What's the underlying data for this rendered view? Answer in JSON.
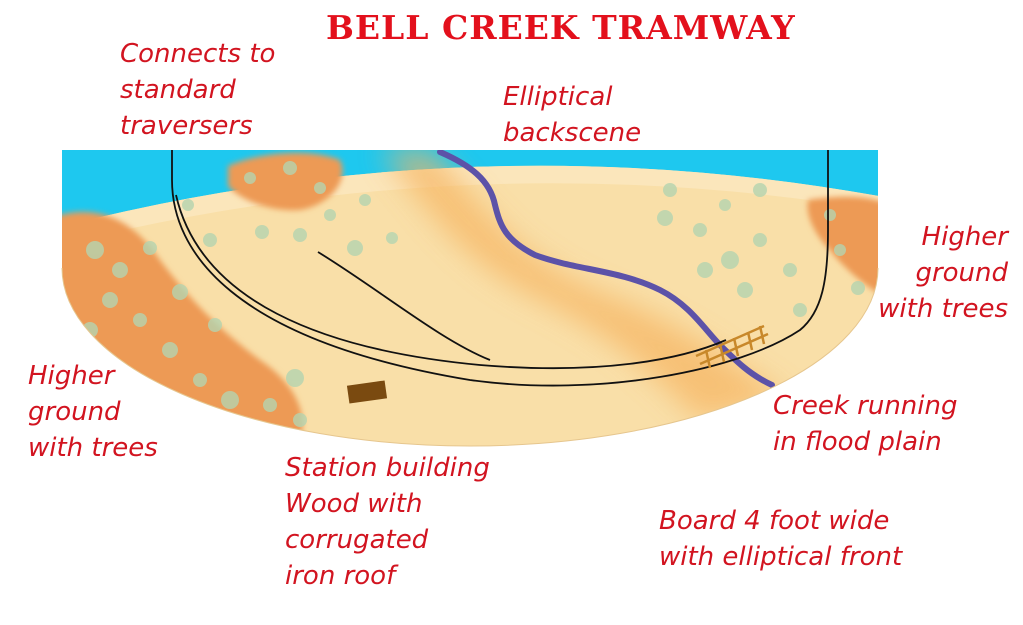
{
  "title": "BELL CREEK TRAMWAY",
  "labels": {
    "connects": [
      "Connects to",
      "standard",
      "traversers"
    ],
    "backscene": [
      "Elliptical",
      "backscene"
    ],
    "higher_right": [
      "Higher",
      "ground",
      "with trees"
    ],
    "higher_left": [
      "Higher",
      "ground",
      "with trees"
    ],
    "creek": [
      "Creek running",
      "in flood plain"
    ],
    "station": [
      "Station building",
      "Wood with",
      "corrugated",
      "iron roof"
    ],
    "board": [
      "Board 4 foot wide",
      "with elliptical front"
    ]
  },
  "colors": {
    "label_red": "#d21420",
    "title_red": "#e3101c",
    "board_sand": "#f9dfa8",
    "sky_blue": "#1ec8ef",
    "high_ground_orange": "#ed9a55",
    "creek_blue": "#5c52a8",
    "flood_plain": "#f6b460",
    "station_brown": "#7a4a10",
    "tree_green": "#b4d4b0",
    "track_black": "#111111"
  }
}
